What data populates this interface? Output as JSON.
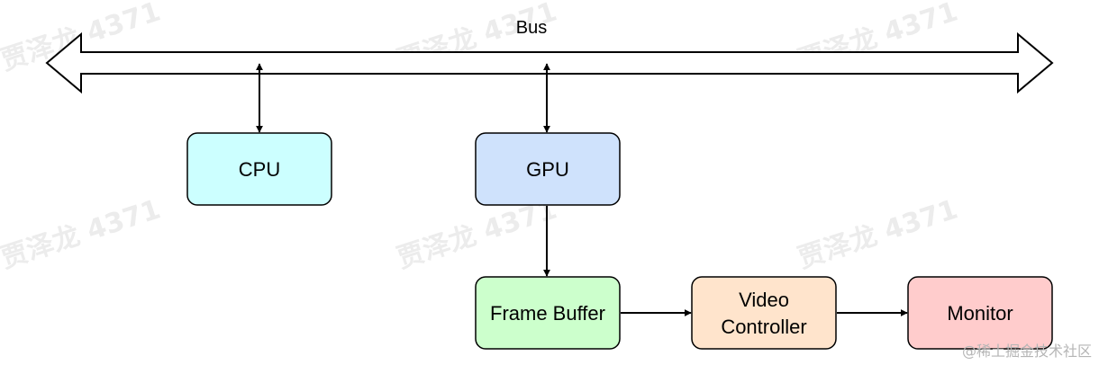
{
  "bus": {
    "label": "Bus"
  },
  "nodes": {
    "cpu": {
      "label": "CPU",
      "fill": "#ccffff",
      "stroke": "#000000"
    },
    "gpu": {
      "label": "GPU",
      "fill": "#cfe2fc",
      "stroke": "#000000"
    },
    "frame_buffer": {
      "label": "Frame Buffer",
      "fill": "#ccffcc",
      "stroke": "#000000"
    },
    "video_controller": {
      "label_line1": "Video",
      "label_line2": "Controller",
      "fill": "#ffe4cc",
      "stroke": "#000000"
    },
    "monitor": {
      "label": "Monitor",
      "fill": "#ffcccc",
      "stroke": "#000000"
    }
  },
  "edges": [
    {
      "from": "cpu",
      "to": "bus",
      "direction": "both"
    },
    {
      "from": "gpu",
      "to": "bus",
      "direction": "both"
    },
    {
      "from": "gpu",
      "to": "frame_buffer",
      "direction": "forward"
    },
    {
      "from": "frame_buffer",
      "to": "video_controller",
      "direction": "forward"
    },
    {
      "from": "video_controller",
      "to": "monitor",
      "direction": "forward"
    }
  ],
  "watermark": {
    "text": "贾泽龙 4371"
  },
  "credit": {
    "text": "@稀土掘金技术社区"
  }
}
